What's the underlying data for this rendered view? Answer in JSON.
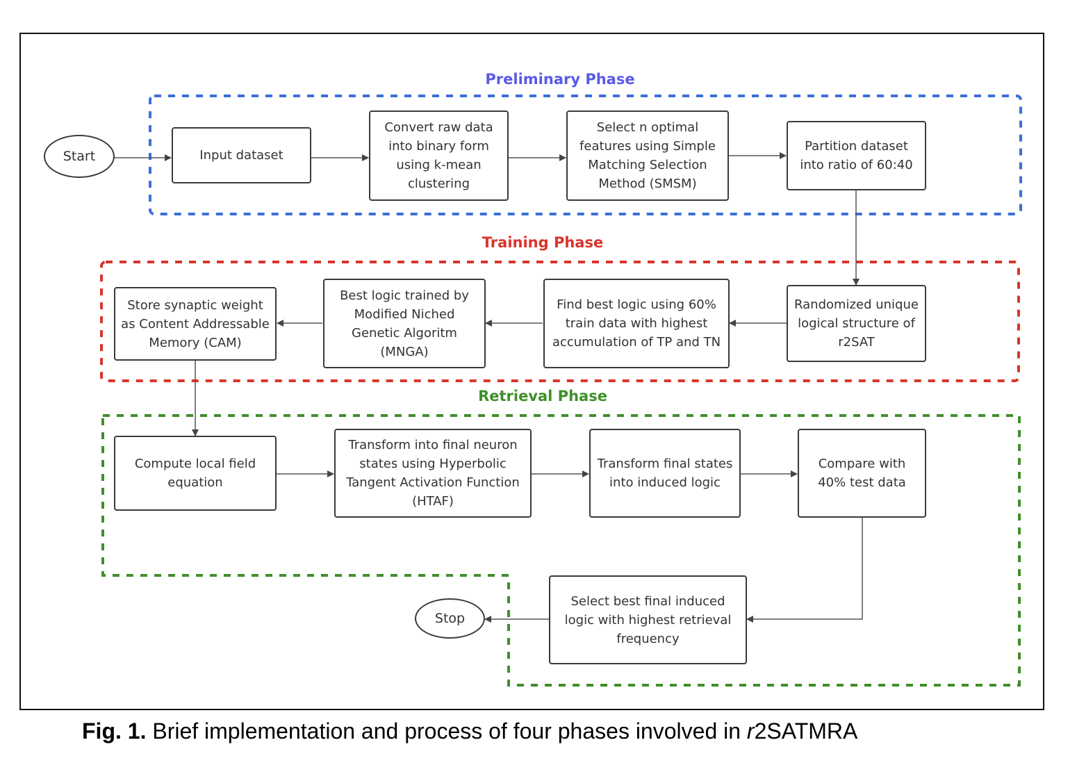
{
  "phases": {
    "preliminary": {
      "label": "Preliminary Phase",
      "color": "#5a5ae8",
      "border": "#3a6fd8"
    },
    "training": {
      "label": "Training Phase",
      "color": "#d9352b",
      "border": "#d9352b"
    },
    "retrieval": {
      "label": "Retrieval Phase",
      "color": "#3f8f2a",
      "border": "#3f8f2a"
    }
  },
  "nodes": {
    "start": "Start",
    "input_dataset": "Input dataset",
    "convert_raw": "Convert raw data into binary form using k-mean clustering",
    "select_features": "Select n optimal features using Simple Matching Selection Method (SMSM)",
    "partition": "Partition dataset into ratio of 60:40",
    "randomized": "Randomized unique logical structure of r2SAT",
    "find_best": "Find best logic using 60% train data with highest accumulation of TP and TN",
    "best_logic": "Best logic trained by Modified Niched Genetic Algoritm (MNGA)",
    "store_weight": "Store synaptic weight as Content Addressable Memory (CAM)",
    "compute_field": "Compute local field equation",
    "transform_neuron": "Transform into final neuron states using Hyperbolic Tangent Activation Function (HTAF)",
    "transform_states": "Transform final states into induced logic",
    "compare": "Compare with 40% test data",
    "select_best": "Select best final induced logic with highest retrieval frequency",
    "stop": "Stop"
  },
  "caption": {
    "fig": "Fig. 1.",
    "text": " Brief implementation and process of four phases involved in ",
    "italic": "r",
    "tail": "2SATMRA"
  }
}
